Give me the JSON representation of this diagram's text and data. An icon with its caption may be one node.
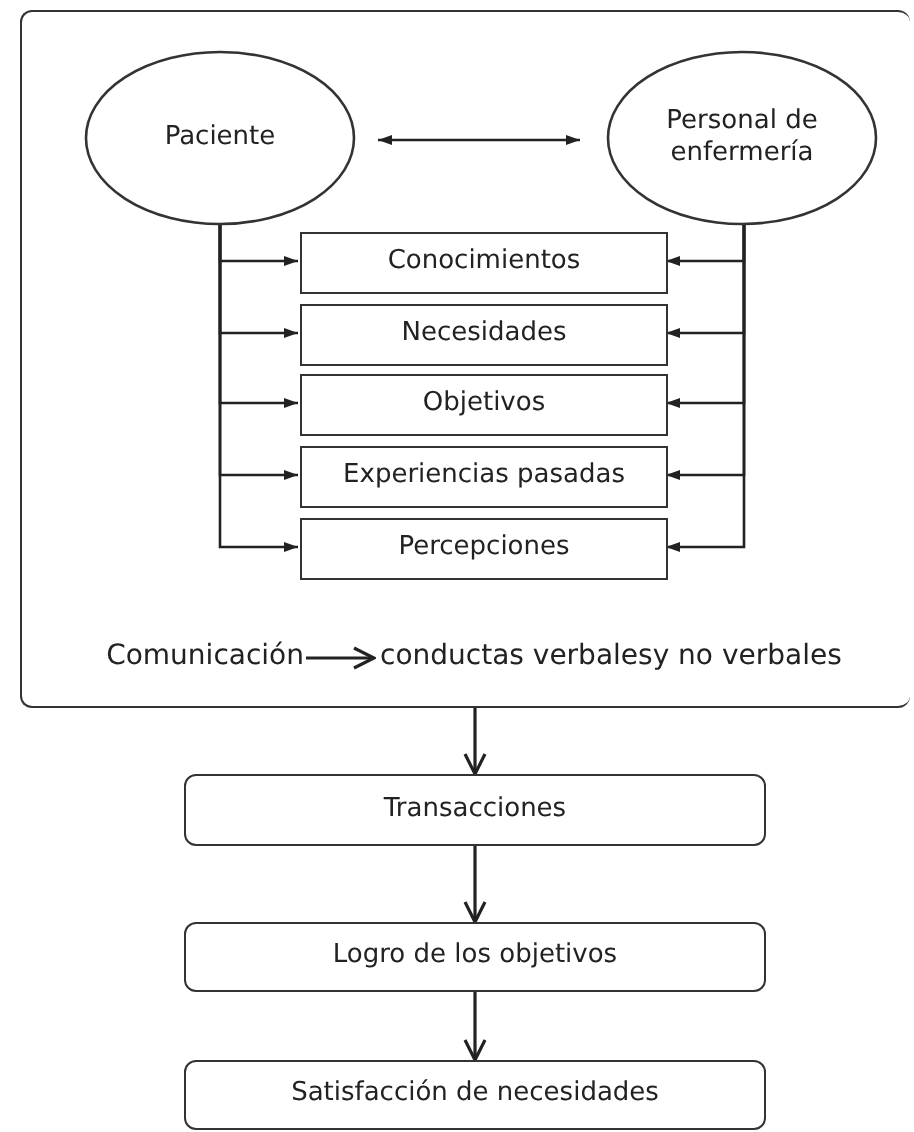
{
  "diagram": {
    "nodes": [
      {
        "text": [],
        "shape": "box"
      },
      {
        "text": [
          "Paciente"
        ],
        "in": 0
      },
      {
        "text": [
          "Personal de enfermería"
        ],
        "in": 0
      },
      {
        "text": [
          "Conocimientos"
        ],
        "in": 0
      },
      {
        "text": [
          "Necesidades"
        ],
        "in": 0
      },
      {
        "text": [
          "Objetivos"
        ],
        "in": 0
      },
      {
        "text": [
          "Experiencias pasadas"
        ],
        "in": 0
      },
      {
        "text": [
          "Percepciones"
        ],
        "in": 0
      },
      {
        "text": [
          "Comunicación"
        ],
        "in": 0
      },
      {
        "text": [
          "conductas verbalesy no verbales"
        ],
        "in": 0
      },
      {
        "text": [
          "Transacciones"
        ]
      },
      {
        "text": [
          "Logro de los objetivos"
        ]
      },
      {
        "text": [
          "Satisfacción de necesidades"
        ]
      }
    ],
    "edges": [
      {
        "from": 1,
        "to": 2,
        "arrow": "both"
      },
      {
        "from": 1,
        "to": 3,
        "arrow": "to"
      },
      {
        "from": 1,
        "to": 4,
        "arrow": "to"
      },
      {
        "from": 1,
        "to": 5,
        "arrow": "to"
      },
      {
        "from": 1,
        "to": 6,
        "arrow": "to"
      },
      {
        "from": 1,
        "to": 7,
        "arrow": "to"
      },
      {
        "from": 2,
        "to": 3,
        "arrow": "to"
      },
      {
        "from": 2,
        "to": 4,
        "arrow": "to"
      },
      {
        "from": 2,
        "to": 5,
        "arrow": "to"
      },
      {
        "from": 2,
        "to": 6,
        "arrow": "to"
      },
      {
        "from": 2,
        "to": 7,
        "arrow": "to"
      },
      {
        "from": 8,
        "to": 9,
        "arrow": "to"
      },
      {
        "from": 0,
        "to": 10,
        "arrow": "to"
      },
      {
        "from": 10,
        "to": 11,
        "arrow": "to"
      },
      {
        "from": 11,
        "to": 12,
        "arrow": "to"
      }
    ]
  }
}
